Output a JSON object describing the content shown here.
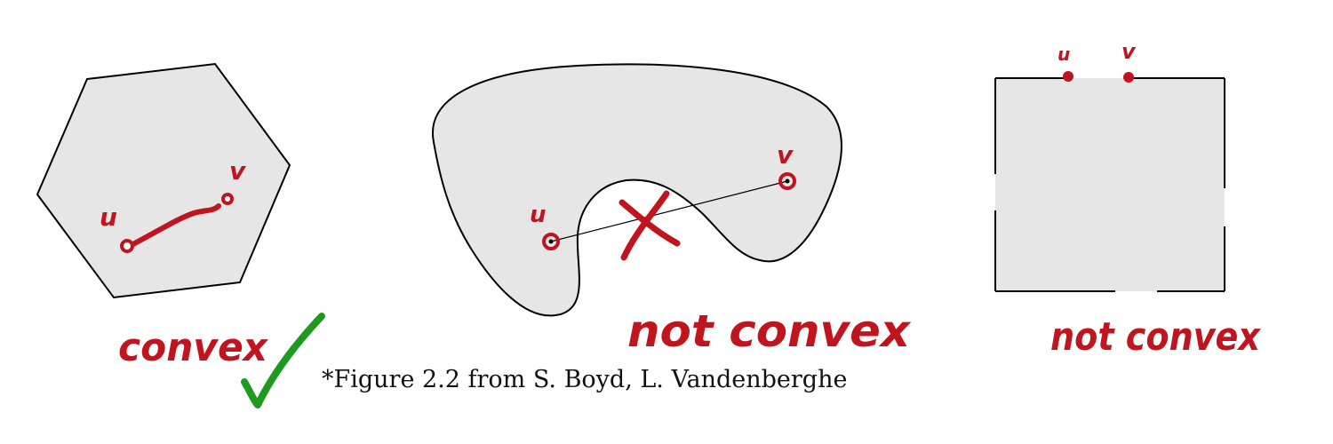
{
  "panels": [
    {
      "id": "hexagon",
      "label": "convex",
      "verdict": "check",
      "points": {
        "u": "u",
        "v": "v"
      }
    },
    {
      "id": "kidney",
      "label": "not convex",
      "verdict": "cross",
      "points": {
        "u": "u",
        "v": "v"
      }
    },
    {
      "id": "square",
      "label": "not convex",
      "verdict": "none",
      "points": {
        "u": "u",
        "v": "v"
      }
    }
  ],
  "caption": "*Figure 2.2 from S. Boyd, L. Vandenberghe",
  "colors": {
    "fill": "#e6e6e6",
    "stroke": "#000000",
    "ink_red": "#c0141e",
    "ink_green": "#1e9a1e"
  }
}
